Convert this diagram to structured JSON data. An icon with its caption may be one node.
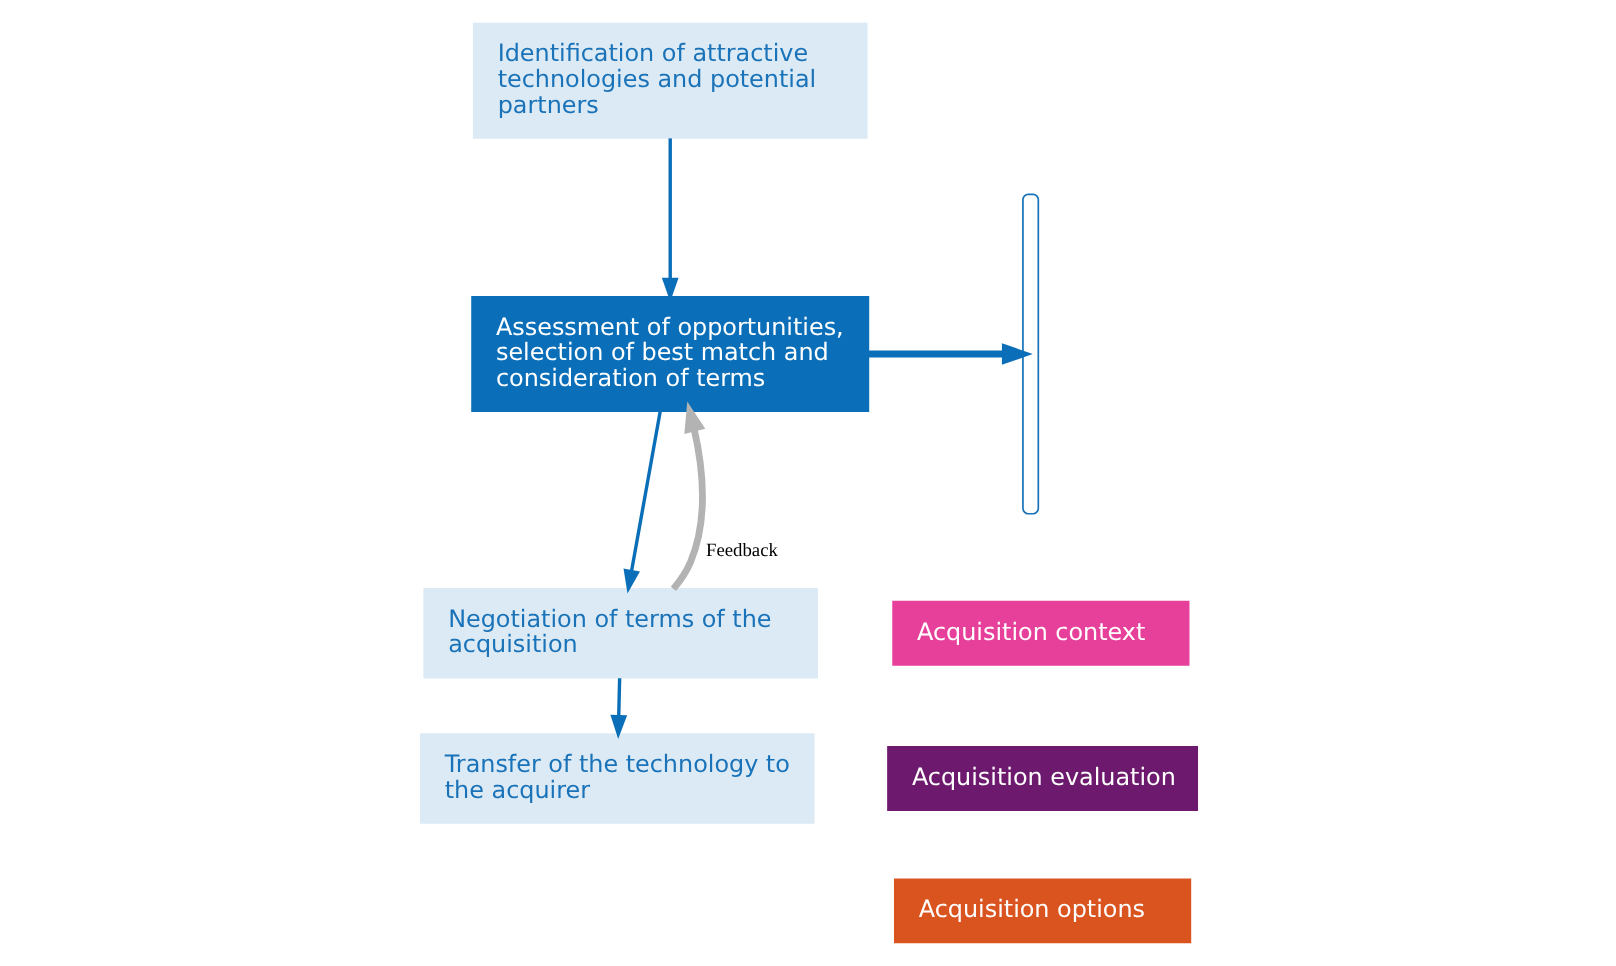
{
  "diagram": {
    "nodes": [
      {
        "text": [
          "Identification of attractive technologies and potential partners"
        ]
      },
      {
        "text": [
          "Assessment of opportunities, selection of best match and consideration of terms"
        ]
      },
      {
        "text": [
          "Negotiation of terms of the acquisition"
        ]
      },
      {
        "text": [
          "Transfer of the technology to the acquirer"
        ]
      },
      {
        "text": [],
        "shape": "brace"
      },
      {
        "text": [
          "Acquisition context"
        ]
      },
      {
        "text": [
          "Acquisition evaluation"
        ]
      },
      {
        "text": [
          "Acquisition options"
        ]
      }
    ],
    "edges": [
      {
        "from": 0,
        "to": 1,
        "arrow": "to"
      },
      {
        "from": 1,
        "to": 2,
        "arrow": "to"
      },
      {
        "from": 2,
        "to": 1,
        "arrow": "to",
        "label": "Feedback",
        "style": "thick",
        "color": "#b3b3b3"
      },
      {
        "from": 2,
        "to": 3,
        "arrow": "to"
      },
      {
        "from": 1,
        "to": 4,
        "arrow": "to",
        "style": "thick"
      }
    ]
  }
}
